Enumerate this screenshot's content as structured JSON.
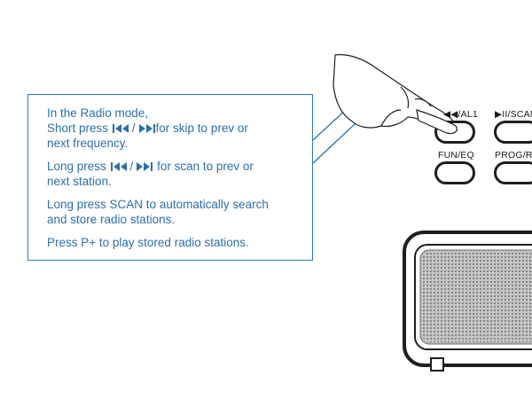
{
  "callout": {
    "p1_line1": "In the Radio mode,",
    "p1_line2_a": "Short press ",
    "p1_line2_b": "for skip to prev or",
    "p1_line3": "next frequency.",
    "p2_line1_a": "Long press ",
    "p2_line1_b": " for scan to prev or",
    "p2_line2": "next station.",
    "p3_line1": "Long press SCAN to automatically search",
    "p3_line2": "and store radio stations.",
    "p4_line1": "Press P+ to play stored radio stations.",
    "slash": "/"
  },
  "buttons": {
    "al1_label": "◀◀/AL1",
    "scan_label": "▶II/SCAN",
    "funeq_label": "FUN/EQ",
    "progre_label": "PROG/RE"
  },
  "colors": {
    "accent": "#2b6fad",
    "border": "#2d79b8",
    "device": "#1e1e1e"
  }
}
